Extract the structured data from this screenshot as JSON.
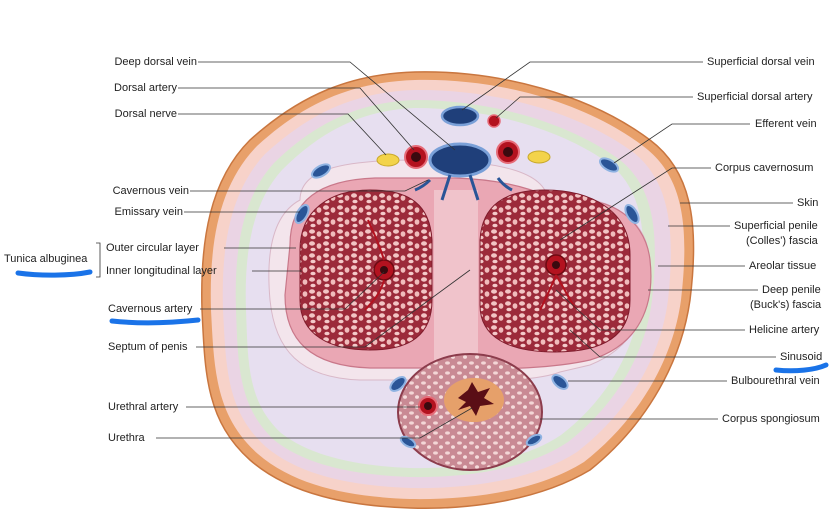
{
  "labels_left": {
    "deep_dorsal_vein": "Deep dorsal vein",
    "dorsal_artery": "Dorsal artery",
    "dorsal_nerve": "Dorsal nerve",
    "cavernous_vein": "Cavernous vein",
    "emissary_vein": "Emissary vein",
    "tunica_albuginea": "Tunica albuginea",
    "outer_circular_layer": "Outer circular layer",
    "inner_longitudinal_layer": "Inner longitudinal layer",
    "cavernous_artery": "Cavernous artery",
    "septum_of_penis": "Septum of penis",
    "urethral_artery": "Urethral artery",
    "urethra": "Urethra"
  },
  "labels_right": {
    "superficial_dorsal_vein": "Superficial dorsal vein",
    "superficial_dorsal_artery": "Superficial dorsal artery",
    "efferent_vein": "Efferent vein",
    "corpus_cavernosum": "Corpus cavernosum",
    "skin": "Skin",
    "superficial_penile_fascia_1": "Superficial penile",
    "superficial_penile_fascia_2": "(Colles') fascia",
    "areolar_tissue": "Areolar tissue",
    "deep_penile_fascia_1": "Deep penile",
    "deep_penile_fascia_2": "(Buck's) fascia",
    "helicine_artery": "Helicine artery",
    "sinusoid": "Sinusoid",
    "bulbourethral_vein": "Bulbourethral vein",
    "corpus_spongiosum": "Corpus spongiosum"
  },
  "highlight_color": "#1a73e8",
  "highlighted_labels": [
    "Tunica albuginea",
    "Cavernous artery",
    "Sinusoid"
  ]
}
